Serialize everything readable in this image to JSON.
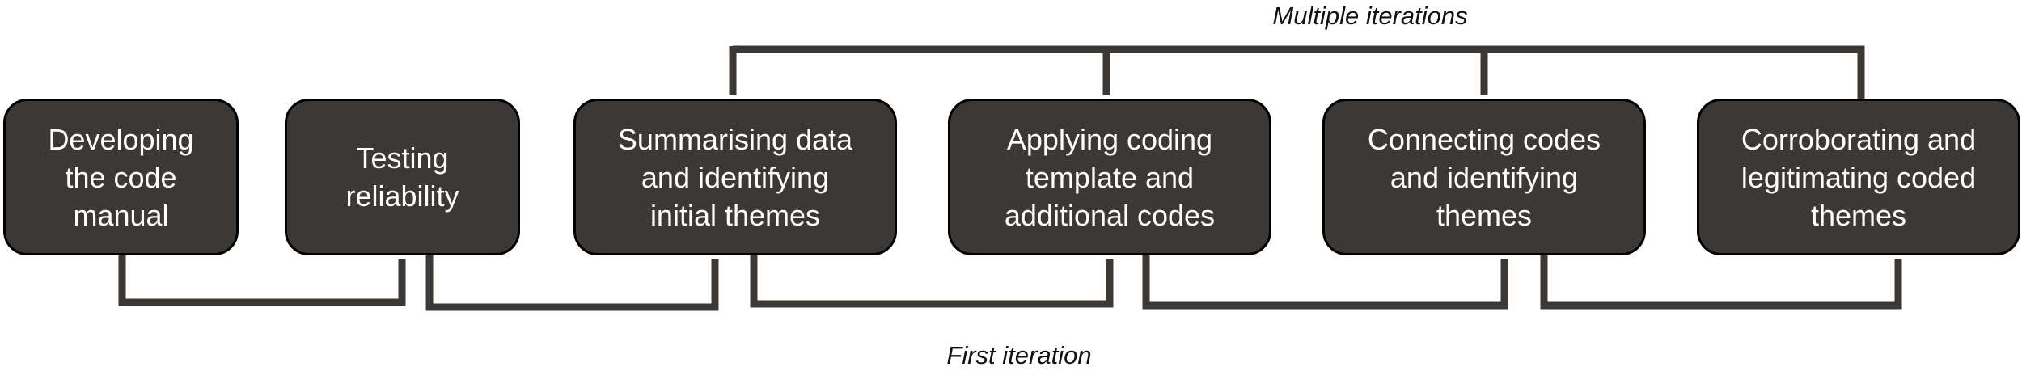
{
  "diagram": {
    "steps": [
      {
        "label": "Developing\nthe code\nmanual"
      },
      {
        "label": "Testing\nreliability"
      },
      {
        "label": "Summarising data\nand identifying\ninitial themes"
      },
      {
        "label": "Applying coding\ntemplate and\nadditional codes"
      },
      {
        "label": "Connecting codes\nand identifying\nthemes"
      },
      {
        "label": "Corroborating and\nlegitimating coded\nthemes"
      }
    ],
    "top_caption": "Multiple iterations",
    "bottom_caption": "First iteration",
    "colors": {
      "box_fill": "#3b3836",
      "box_border": "#000000",
      "arrow": "#3b3836",
      "text": "#ffffff"
    }
  }
}
